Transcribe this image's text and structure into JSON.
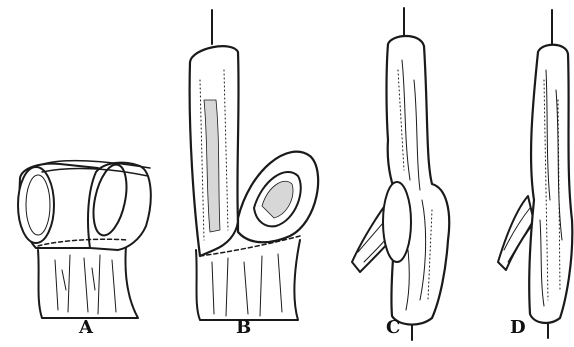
{
  "figure": {
    "panels": [
      {
        "id": "A",
        "label": "A"
      },
      {
        "id": "B",
        "label": "B"
      },
      {
        "id": "C",
        "label": "C"
      },
      {
        "id": "D",
        "label": "D"
      }
    ],
    "colors": {
      "ink": "#1a1a1a",
      "background": "#ffffff",
      "shade": "#d7d7d7"
    }
  }
}
